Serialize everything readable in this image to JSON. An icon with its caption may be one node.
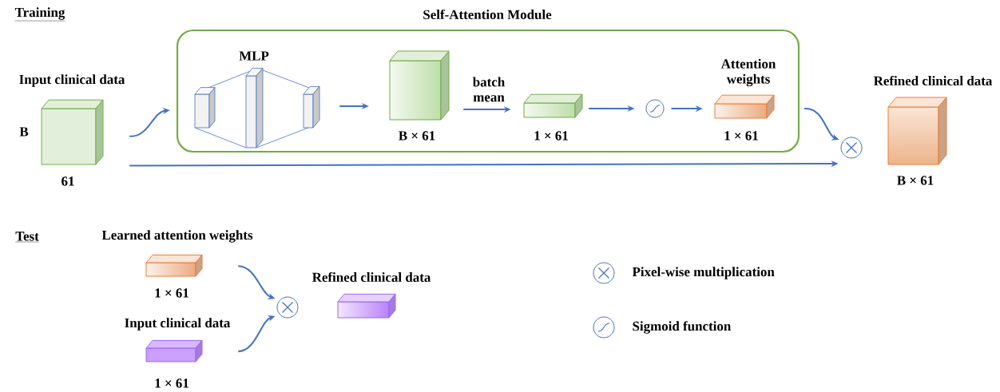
{
  "diagram": {
    "nodes": [
      {
        "text": [],
        "shape": "box",
        "beside": [
          "Input clinical data",
          "B",
          "61"
        ]
      },
      {
        "text": [
          "Self-Attention Module"
        ]
      },
      {
        "text": [
          "MLP"
        ],
        "in": 1
      },
      {
        "text": [],
        "shape": "box",
        "beside": [
          "B × 61"
        ],
        "in": 1
      },
      {
        "text": [],
        "shape": "box",
        "beside": [
          "1 × 61"
        ],
        "in": 1
      },
      {
        "text": [],
        "shape": "circle",
        "in": 1
      },
      {
        "text": [],
        "shape": "box",
        "beside": [
          "Attention weights",
          "1 × 61"
        ],
        "in": 1
      },
      {
        "text": [],
        "shape": "circle"
      },
      {
        "text": [],
        "shape": "box",
        "beside": [
          "Refined clinical data",
          "B × 61"
        ]
      },
      {
        "text": [],
        "shape": "box",
        "beside": [
          "Learned attention weights",
          "1 × 61"
        ]
      },
      {
        "text": [],
        "shape": "box",
        "beside": [
          "Input clinical data",
          "1 × 61"
        ]
      },
      {
        "text": [],
        "shape": "circle"
      },
      {
        "text": [],
        "shape": "box",
        "beside": [
          "Refined clinical data"
        ]
      }
    ],
    "edges": [
      {
        "from": 0,
        "to": 1,
        "arrow": "to"
      },
      {
        "from": 2,
        "to": 3,
        "arrow": "to"
      },
      {
        "from": 3,
        "to": 4,
        "arrow": "to",
        "label": "batch mean"
      },
      {
        "from": 4,
        "to": 5,
        "arrow": "to"
      },
      {
        "from": 5,
        "to": 6,
        "arrow": "to"
      },
      {
        "from": 1,
        "to": 7,
        "arrow": "to"
      },
      {
        "from": 0,
        "to": 7,
        "arrow": "to"
      },
      {
        "from": 9,
        "to": 11,
        "arrow": "to"
      },
      {
        "from": 10,
        "to": 11,
        "arrow": "to"
      }
    ],
    "labels": [
      "Training",
      "Test"
    ],
    "legend": [
      {
        "text": "Pixel-wise multiplication"
      },
      {
        "text": "Sigmoid function"
      }
    ]
  }
}
